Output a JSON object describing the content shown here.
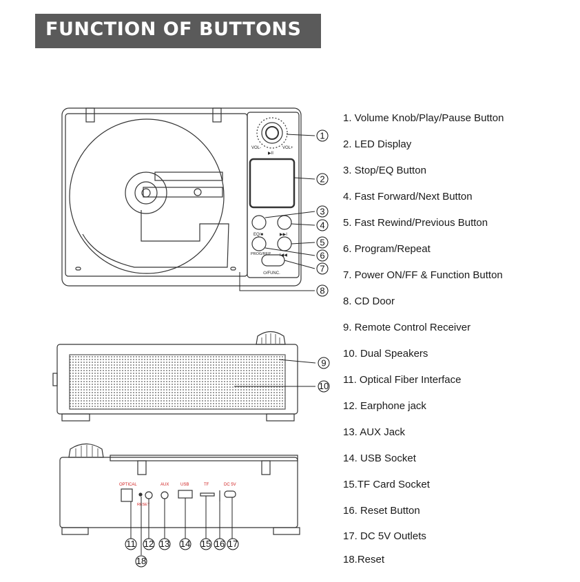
{
  "header": {
    "title": "FUNCTION OF BUTTONS"
  },
  "legend": [
    "1. Volume Knob/Play/Pause Button",
    "2. LED Display",
    "3. Stop/EQ Button",
    "4. Fast Forward/Next Button",
    "5. Fast Rewind/Previous Button",
    "6. Program/Repeat",
    "7. Power ON/FF & Function Button",
    "8. CD Door",
    "9. Remote Control Receiver",
    "10. Dual Speakers",
    "11. Optical Fiber Interface",
    "12. Earphone jack",
    "13. AUX Jack",
    "14. USB Socket",
    "15.TF Card Socket",
    "16. Reset Button",
    "17. DC 5V Outlets",
    "18.Reset"
  ],
  "callouts": [
    "1",
    "2",
    "3",
    "4",
    "5",
    "6",
    "7",
    "8",
    "9",
    "10",
    "11",
    "12",
    "13",
    "14",
    "15",
    "16",
    "17",
    "18"
  ],
  "device_labels": {
    "vol_minus": "VOL-",
    "vol_plus": "VOL+",
    "play_pause": "▶II",
    "eq_stop": "EQ/■",
    "next": "▶▶I",
    "prev": "I◀◀",
    "prog_rep": "PROG/REP",
    "func": "⏻/FUNC.",
    "optical": "OPTICAL",
    "reset": "RESET",
    "aux": "AUX",
    "usb": "USB",
    "tf": "TF",
    "dc5v": "DC 5V"
  },
  "colors": {
    "header_bg": "#5a5a5a",
    "port_label": "#d02020",
    "outline": "#333333"
  }
}
